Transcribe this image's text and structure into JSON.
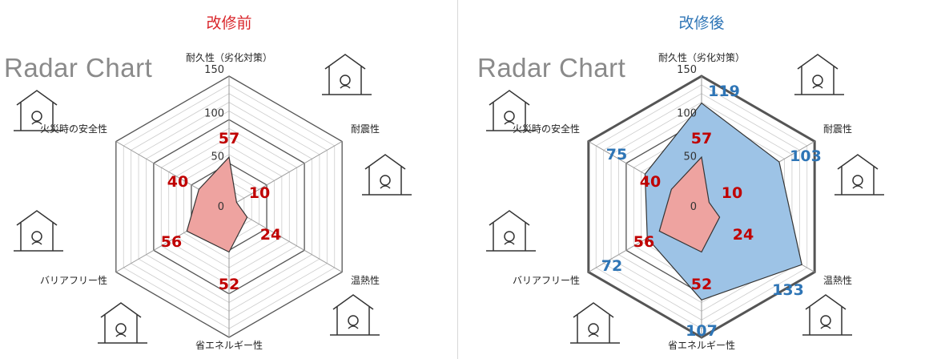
{
  "brand_text": "Radar Chart",
  "colors": {
    "before": "#d9262b",
    "after": "#2e75b6",
    "before_fill": "#eea3a0",
    "after_fill": "#9dc3e6"
  },
  "chart_data": [
    {
      "type": "radar",
      "title": "改修前",
      "axes": [
        "耐久性（劣化対策）",
        "耐震性",
        "温熱性",
        "省エネルギー性",
        "バリアフリー性",
        "火災時の安全性"
      ],
      "ticks": [
        "0",
        "50",
        "100",
        "150"
      ],
      "range": [
        0,
        150
      ],
      "series": [
        {
          "name": "改修前",
          "values": [
            57,
            10,
            24,
            52,
            56,
            40
          ]
        }
      ]
    },
    {
      "type": "radar",
      "title": "改修後",
      "axes": [
        "耐久性（劣化対策）",
        "耐震性",
        "温熱性",
        "省エネルギー性",
        "バリアフリー性",
        "火災時の安全性"
      ],
      "ticks": [
        "0",
        "50",
        "100",
        "150"
      ],
      "range": [
        0,
        150
      ],
      "series": [
        {
          "name": "改修前",
          "values": [
            57,
            10,
            24,
            52,
            56,
            40
          ]
        },
        {
          "name": "改修後",
          "values": [
            119,
            103,
            133,
            107,
            72,
            75
          ]
        }
      ]
    }
  ]
}
